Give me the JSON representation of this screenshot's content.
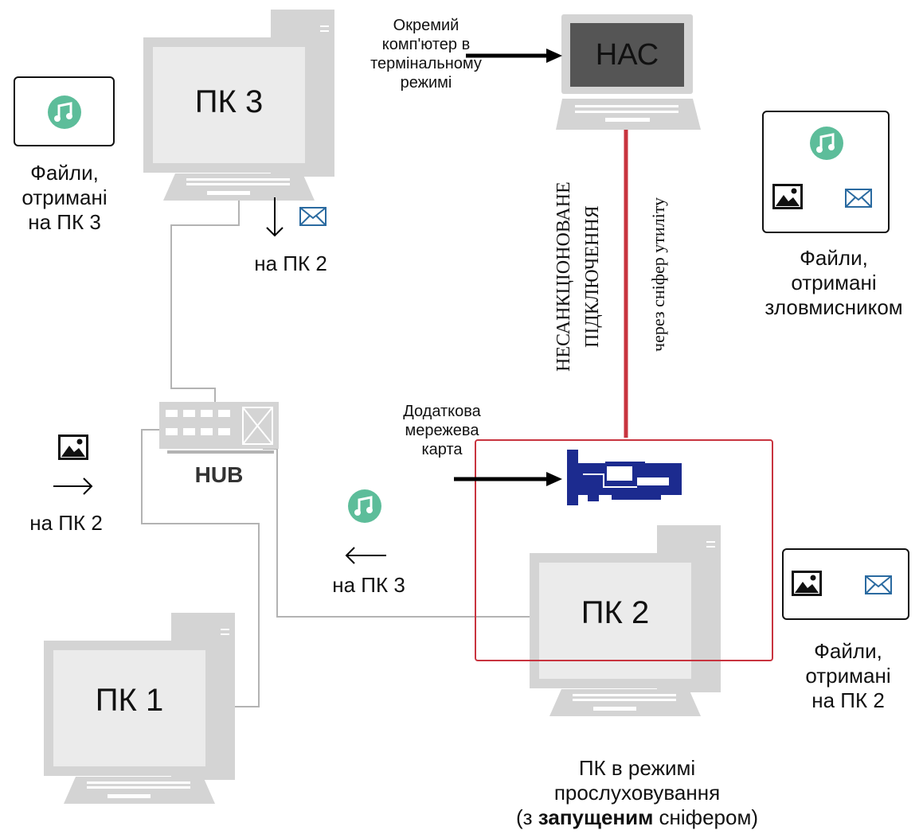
{
  "computers": {
    "pc1": "ПК 1",
    "pc2": "ПК 2",
    "pc3": "ПК 3",
    "attacker": "НАС"
  },
  "hub_label": "HUB",
  "labels": {
    "separate_pc": [
      "Окремий",
      "комп'ютер в",
      "термінальному",
      "режимі"
    ],
    "extra_nic": [
      "Додаткова",
      "мережева",
      "карта"
    ],
    "unauthorized": [
      "НЕСАНКЦІОНОВАНЕ",
      "ПІДКЛЮЧЕННЯ"
    ],
    "via_sniffer": "через сніфер утиліту",
    "to_pc2_top": "на ПК 2",
    "to_pc2_left": "на ПК 2",
    "to_pc3": "на ПК 3",
    "sniff_mode": {
      "line1": "ПК в режимі",
      "line2": "прослуховування",
      "line3_open": "(з ",
      "line3_bold": "запущеним",
      "line3_close": " сніфером)"
    }
  },
  "file_boxes": {
    "pc3": [
      "Файли,",
      "отримані",
      "на ПК 3"
    ],
    "attacker": [
      "Файли,",
      "отримані",
      "зловмисником"
    ],
    "pc2": [
      "Файли,",
      "отримані",
      "на ПК 2"
    ]
  },
  "colors": {
    "computer": "#d4d4d4",
    "screen": "#ebebeb",
    "attacker_screen": "#555555",
    "red": "#c8343f",
    "music": "#5dbd9a",
    "nic": "#1c2b8f",
    "mail": "#2a6aa0"
  },
  "icons": [
    "music-icon",
    "image-icon",
    "mail-icon",
    "arrow-icon",
    "network-card-icon",
    "hub-icon"
  ]
}
